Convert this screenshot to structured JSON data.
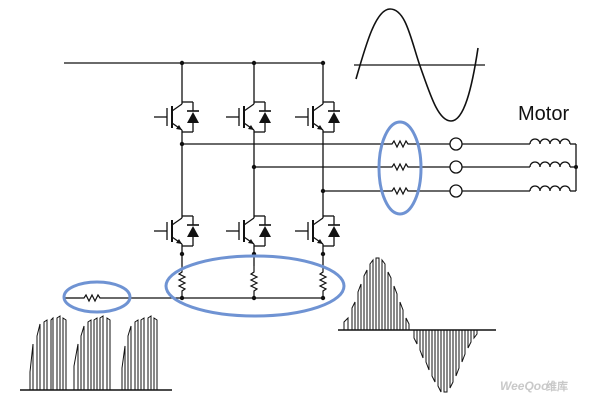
{
  "labels": {
    "motor": "Motor"
  },
  "watermark": {
    "brand": "WeeQoo",
    "cn": "维库"
  },
  "colors": {
    "wire": "#111111",
    "highlight": "#6f93d3",
    "background": "#ffffff",
    "watermark": "#c9c9c9"
  },
  "icons": {
    "switch": "igbt-icon",
    "diode": "diode-icon",
    "resistor": "resistor-icon",
    "inductor": "inductor-coil-icon",
    "sensor": "current-sensor-icon"
  }
}
